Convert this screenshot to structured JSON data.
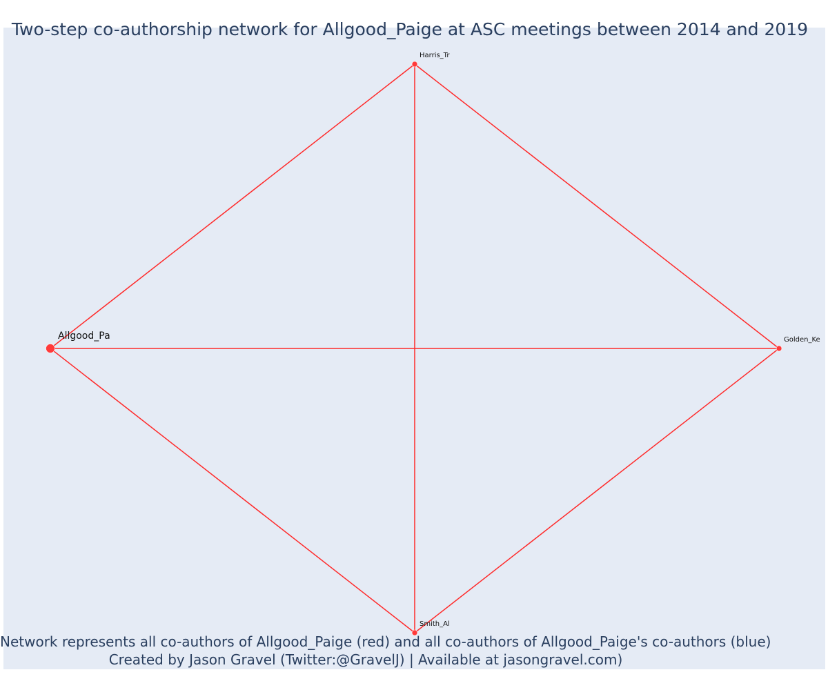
{
  "title": "Two-step co-authorship network for Allgood_Paige at ASC meetings between 2014 and 2019",
  "caption": {
    "line1": "Network represents all co-authors of Allgood_Paige (red) and all co-authors of Allgood_Paige's co-authors (blue)",
    "line2": "Created by Jason Gravel (Twitter:@GravelJ) | Available at jasongravel.com)"
  },
  "colors": {
    "edge": "#ff2a2a",
    "node": "#ff3a3a",
    "plot_background": "#e5ebf5",
    "text": "#2a3f5f"
  },
  "chart_data": {
    "type": "network",
    "nodes": [
      {
        "id": "allgood",
        "label": "Allgood_Pa",
        "x": -1,
        "y": 0,
        "focal": true
      },
      {
        "id": "harris",
        "label": "Harris_Tr",
        "x": 0,
        "y": 1,
        "focal": false
      },
      {
        "id": "golden",
        "label": "Golden_Ke",
        "x": 1,
        "y": 0,
        "focal": false
      },
      {
        "id": "smith",
        "label": "Smith_Al",
        "x": 0,
        "y": -1,
        "focal": false
      }
    ],
    "edges": [
      [
        "allgood",
        "harris"
      ],
      [
        "allgood",
        "golden"
      ],
      [
        "allgood",
        "smith"
      ],
      [
        "harris",
        "golden"
      ],
      [
        "harris",
        "smith"
      ],
      [
        "golden",
        "smith"
      ]
    ]
  }
}
